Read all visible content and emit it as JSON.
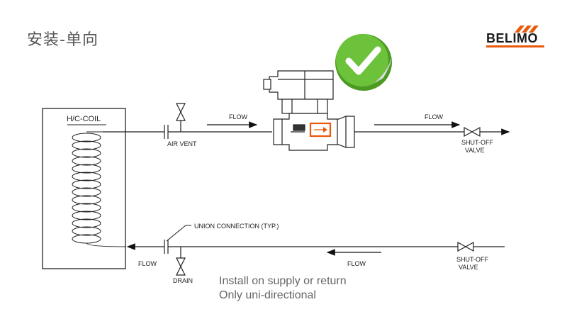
{
  "slide": {
    "title": "安装-单向",
    "caption_line1": "Install on supply or return",
    "caption_line2": "Only uni-directional"
  },
  "brand": {
    "name": "BELIMO",
    "accent_color": "#e8590c"
  },
  "badge": {
    "icon": "check-mark-icon",
    "color": "#5fb030"
  },
  "diagram": {
    "coil_label": "H/C-COIL",
    "air_vent_label": "AIR VENT",
    "flow_label": "FLOW",
    "shutoff_label_line1": "SHUT-OFF",
    "shutoff_label_line2": "VALVE",
    "union_label": "UNION CONNECTION (TYP.)",
    "drain_label": "DRAIN",
    "highlight_color": "#e8590c"
  }
}
